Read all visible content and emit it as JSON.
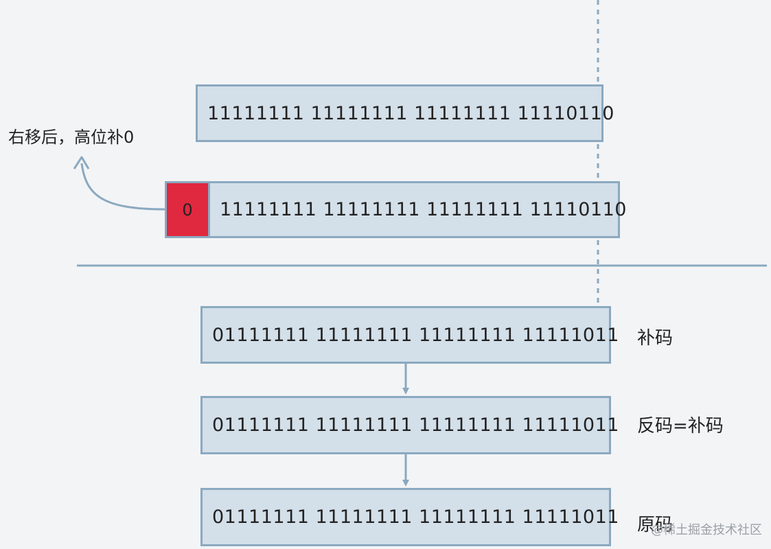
{
  "annotation": "右移后，高位补0",
  "top_row": {
    "bits": "11111111 11111111 11111111 11110110"
  },
  "shifted_row": {
    "fill_bit": "0",
    "bits": "11111111 11111111 11111111 11110110"
  },
  "result_rows": [
    {
      "bits": "01111111 11111111 11111111 11111011",
      "label": "补码"
    },
    {
      "bits": "01111111 11111111 11111111 11111011",
      "label": "反码=补码"
    },
    {
      "bits": "01111111 11111111 11111111 11111011",
      "label": "原码"
    }
  ],
  "watermark": "@稀土掘金技术社区",
  "colors": {
    "box_fill": "#d3dfe9",
    "box_border": "#8aa9c0",
    "highlight": "#e0283f",
    "line": "#8aa9c0"
  }
}
